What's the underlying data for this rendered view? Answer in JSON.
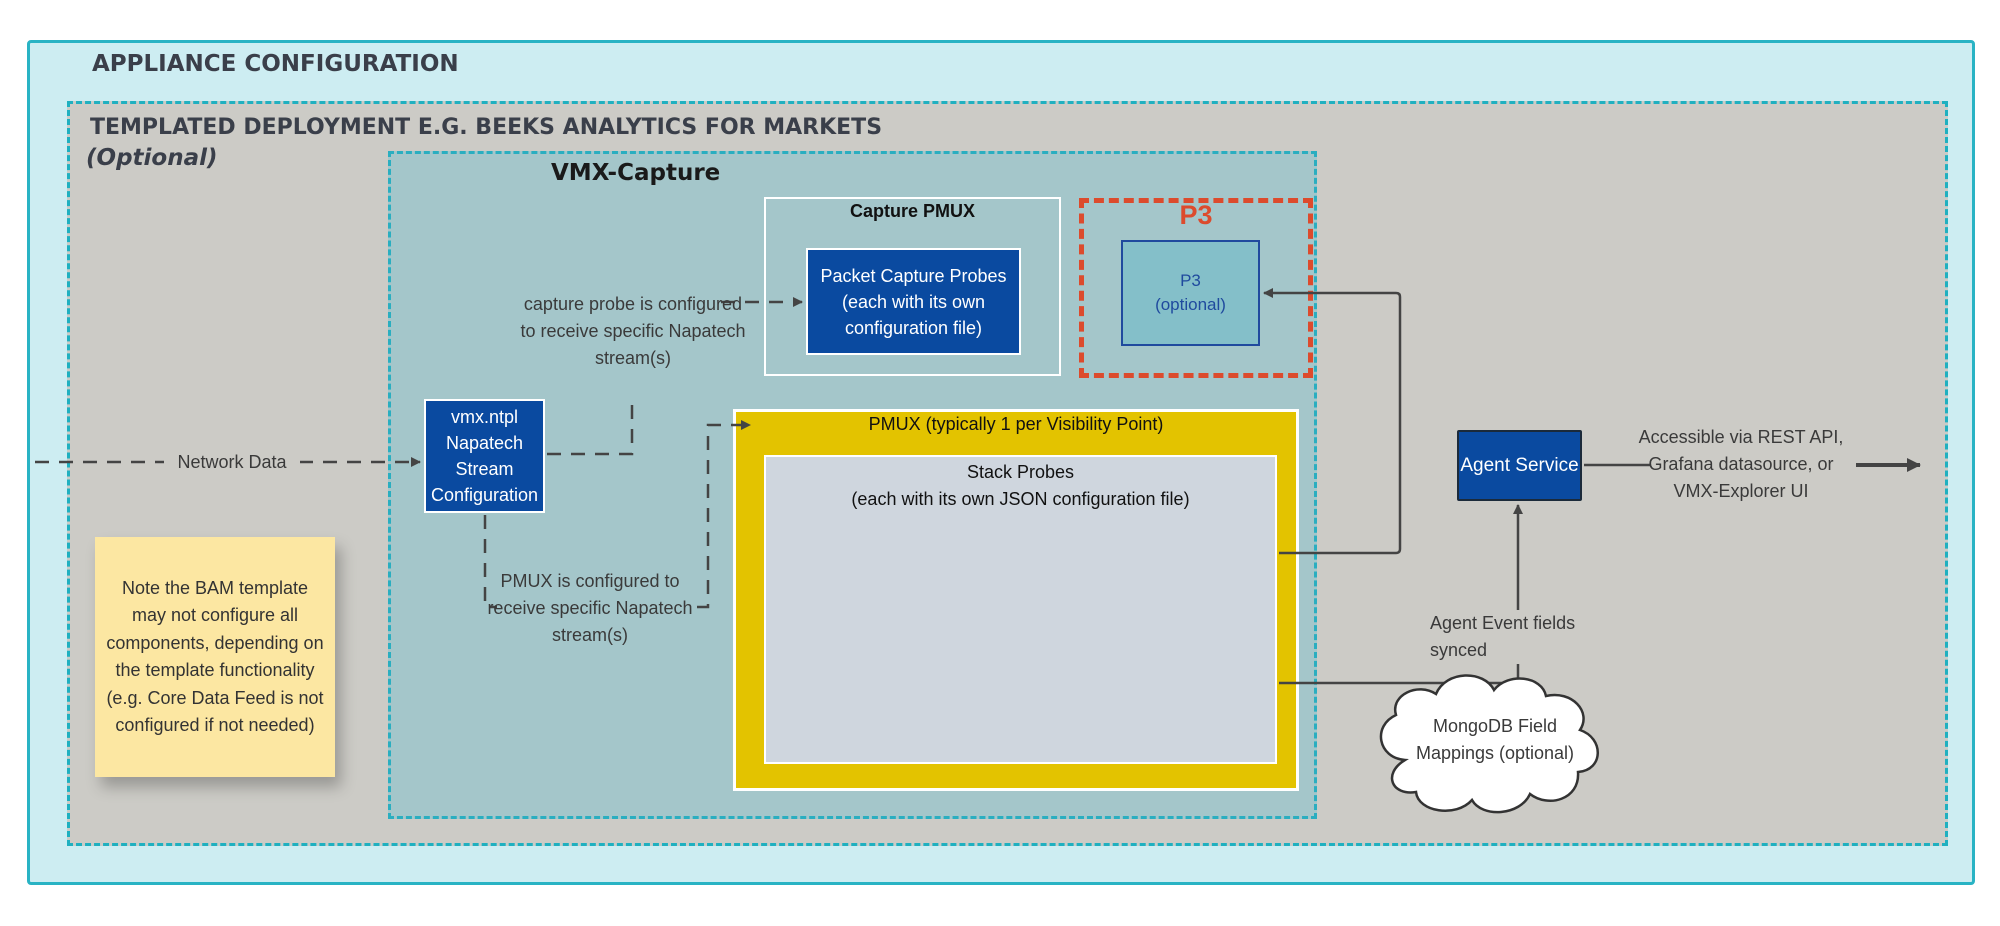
{
  "appliance": {
    "title": "APPLIANCE CONFIGURATION"
  },
  "templated": {
    "title": "TEMPLATED DEPLOYMENT E.G. BEEKS ANALYTICS FOR MARKETS",
    "optional": "(Optional)"
  },
  "vmx_capture": {
    "title": "VMX-Capture"
  },
  "capture_pmux": {
    "title": "Capture PMUX",
    "packet_capture_probes": "Packet Capture Probes (each with its own configuration file)"
  },
  "p3": {
    "title": "P3",
    "box_label": "P3",
    "box_optional": "(optional)"
  },
  "pmux": {
    "title": "PMUX (typically 1 per Visibility Point)",
    "stack_probes_title": "Stack Probes",
    "stack_probes_sub": "(each with its own JSON configuration file)"
  },
  "ntpl": {
    "lines": [
      "vmx.ntpl",
      "Napatech",
      "Stream",
      "Configuration"
    ]
  },
  "agent": {
    "label": "Agent Service"
  },
  "labels": {
    "network_data": "Network Data",
    "capture_probe": "capture probe is configured to receive specific Napatech stream(s)",
    "pmux_configured": "PMUX is configured to receive specific Napatech stream(s)",
    "agent_event": "Agent Event fields synced",
    "accessible": "Accessible via REST API, Grafana datasource, or VMX-Explorer UI",
    "mongodb": "MongoDB Field Mappings (optional)"
  },
  "note": "Note the BAM template may not configure all components, depending on the template functionality (e.g. Core Data Feed is not configured if not needed)",
  "colors": {
    "appliance_bg": "#cdedf2",
    "templated_bg": "#cccbc6",
    "vmx_bg": "#a4c6ca",
    "navy": "#0a4aa0",
    "pmux_yellow": "#e3c300",
    "p3_red": "#dc4b2d",
    "note_yellow": "#fce7a2"
  }
}
